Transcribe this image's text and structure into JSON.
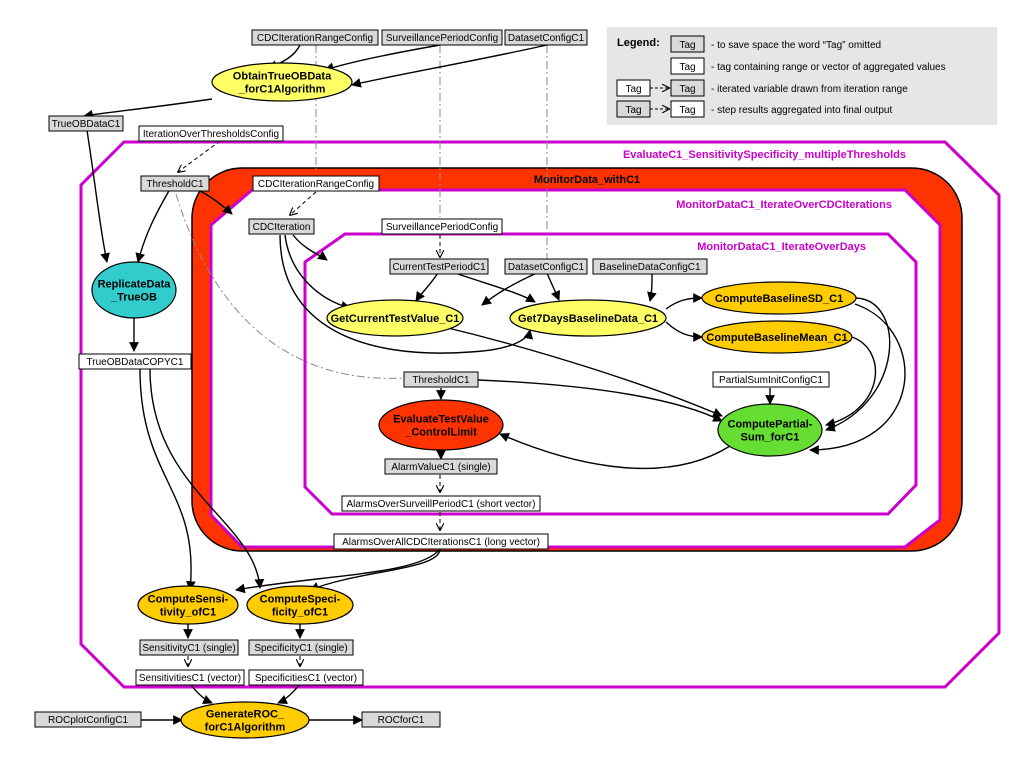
{
  "colors": {
    "grey_tag": "#d9d9d9",
    "white_tag": "#ffffff",
    "purple": "#cc00cc",
    "red": "#ff3300",
    "yellow": "#ffff66",
    "orange": "#ffcc00",
    "cyan": "#33cccc",
    "green": "#66dd33",
    "legend_bg": "#e6e6e6"
  },
  "legend": {
    "title": "Legend:",
    "tag": "Tag",
    "items": [
      "- to save space the word “Tag” omitted",
      "- tag containing range or vector of aggregated values",
      "- iterated variable drawn from iteration range",
      "- step results aggregated into final output"
    ]
  },
  "containers": {
    "evaluate": "EvaluateC1_SensitivitySpecificity_multipleThresholds",
    "monitor": "MonitorData_withC1",
    "iterate_cdc": "MonitorDataC1_IterateOverCDCIterations",
    "iterate_days": "MonitorDataC1_IterateOverDays"
  },
  "tags": {
    "cdc_range_top": "CDCIterationRangeConfig",
    "surv_period_top": "SurveillancePeriodConfig",
    "dataset_top": "DatasetConfigC1",
    "true_ob": "TrueOBDataC1",
    "iter_thresh": "IterationOverThresholdsConfig",
    "threshold_outer": "ThresholdC1",
    "cdc_range_inner": "CDCIterationRangeConfig",
    "cdc_iteration": "CDCIteration",
    "surv_period_inner": "SurveillancePeriodConfig",
    "current_test_period": "CurrentTestPeriodC1",
    "dataset_inner": "DatasetConfigC1",
    "baseline_config": "BaselineDataConfigC1",
    "true_ob_copy": "TrueOBDataCOPYC1",
    "threshold_inner": "ThresholdC1",
    "partial_sum_init": "PartialSumInitConfigC1",
    "alarm_value": "AlarmValueC1 (single)",
    "alarms_surveil": "AlarmsOverSurveillPeriodC1 (short vector)",
    "alarms_all": "AlarmsOverAllCDCIterationsC1 (long vector)",
    "sensitivity": "SensitivityC1 (single)",
    "specificity": "SpecificityC1 (single)",
    "sensitivities": "SensitivitiesC1 (vector)",
    "specificities": "SpecificitiesC1 (vector)",
    "roc_plot_config": "ROCplotConfigC1",
    "roc_for": "ROCforC1"
  },
  "nodes": {
    "obtain": [
      "ObtainTrueOBData",
      "_forC1Algorithm"
    ],
    "replicate": [
      "ReplicateData",
      "_TrueOB"
    ],
    "get_current": [
      "GetCurrentTestValue_C1"
    ],
    "get_7days": [
      "Get7DaysBaselineData_C1"
    ],
    "compute_sd": [
      "ComputeBaselineSD_C1"
    ],
    "compute_mean": [
      "ComputeBaselineMean_C1"
    ],
    "evaluate_test": [
      "EvaluateTestValue",
      "_ControlLimit"
    ],
    "compute_partial": [
      "ComputePartial-",
      "Sum_forC1"
    ],
    "compute_sens": [
      "ComputeSensi-",
      "tivity_ofC1"
    ],
    "compute_spec": [
      "ComputeSpeci-",
      "ficity_ofC1"
    ],
    "generate_roc": [
      "GenerateROC_",
      "forC1Algorithm"
    ]
  }
}
